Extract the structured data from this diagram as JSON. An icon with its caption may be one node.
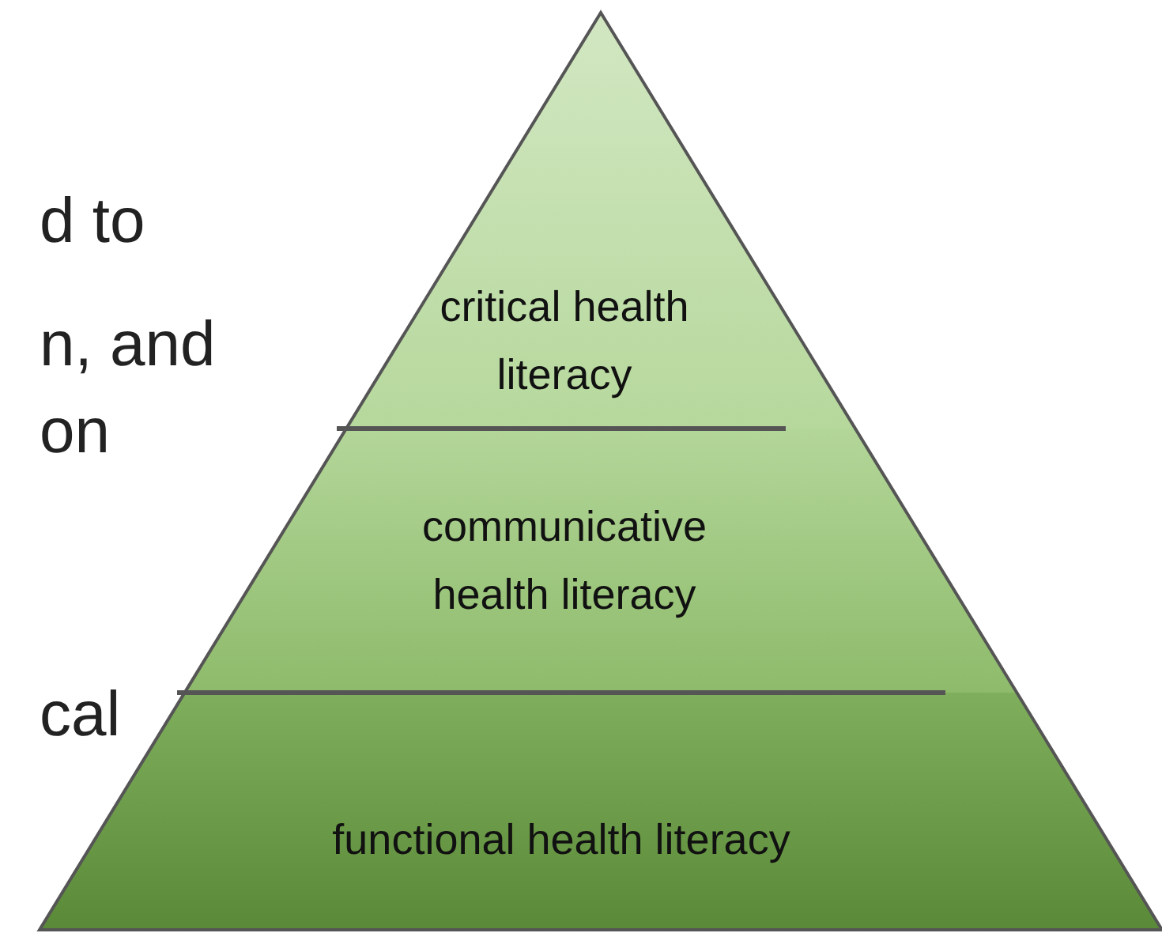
{
  "diagram": {
    "nodes": [
      {
        "text": [
          "critical health literacy"
        ]
      },
      {
        "text": [
          "communicative health literacy"
        ]
      },
      {
        "text": [
          "functional health literacy"
        ]
      }
    ],
    "labels": [
      "d to",
      "n, and",
      "on",
      "cal"
    ]
  }
}
